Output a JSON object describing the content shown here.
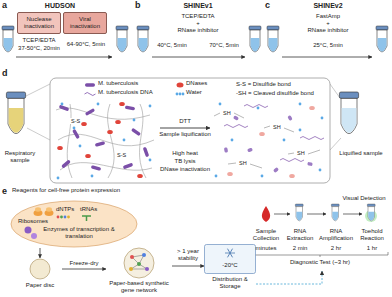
{
  "diagram": {
    "nodes": [
      {
        "text": [
          "Nuclease inactivation"
        ]
      },
      {
        "text": [
          "Viral inactivation"
        ]
      },
      {
        "text": [
          "Reagents for cell-free protein expression"
        ]
      },
      {
        "text": [
          "Paper disc"
        ]
      },
      {
        "text": [
          "Paper-based synthetic gene network"
        ]
      },
      {
        "text": [
          "-20°C",
          "Distribution & Storage"
        ]
      }
    ],
    "edges": [
      {
        "from": 2,
        "to": 3,
        "arrow": "to"
      },
      {
        "from": 3,
        "to": 4,
        "label": "Freeze-dry",
        "arrow": "to"
      },
      {
        "from": 4,
        "to": 5,
        "label": "> 1 year stability",
        "arrow": "to"
      }
    ],
    "labels": [
      "a",
      "HUDSON",
      "TCEP/EDTA",
      "37-50°C, 20min",
      "64-90°C, 5min",
      "b",
      "SHINEv1",
      "TCEP/EDTA",
      "+",
      "RNase inhibitor",
      "40°C, 5min",
      "70°C, 5min",
      "c",
      "SHINEv2",
      "FastAmp",
      "+",
      "RNase inhibitor",
      "25°C, 5min",
      "d",
      "Respiratory sample",
      "DTT",
      "Sample liquification",
      "High heat",
      "TB lysis",
      "DNase inactivation",
      "S-S = Disulfide bond",
      "-SH = Cleaved disulfide bond",
      "Liquified sample",
      "e",
      "Ribosomes",
      "dNTPs",
      "tRNAs",
      "Enzymes of transcription & translation",
      "Visual Detection",
      "Sample Collection",
      "RNA Extraction",
      "RNA Amplification",
      "Toehold Reaction",
      "minutes",
      "2 min",
      "2 hr",
      "1 hr",
      "Diagnostic Test (~3 hr)",
      "S-S",
      "S-S",
      "SH",
      "SH",
      "SH",
      "SH"
    ],
    "legend": [
      {
        "text": "M. tuberculosis"
      },
      {
        "text": "DNases"
      },
      {
        "text": "M. tuberculosis DNA"
      },
      {
        "text": "Water"
      }
    ]
  }
}
